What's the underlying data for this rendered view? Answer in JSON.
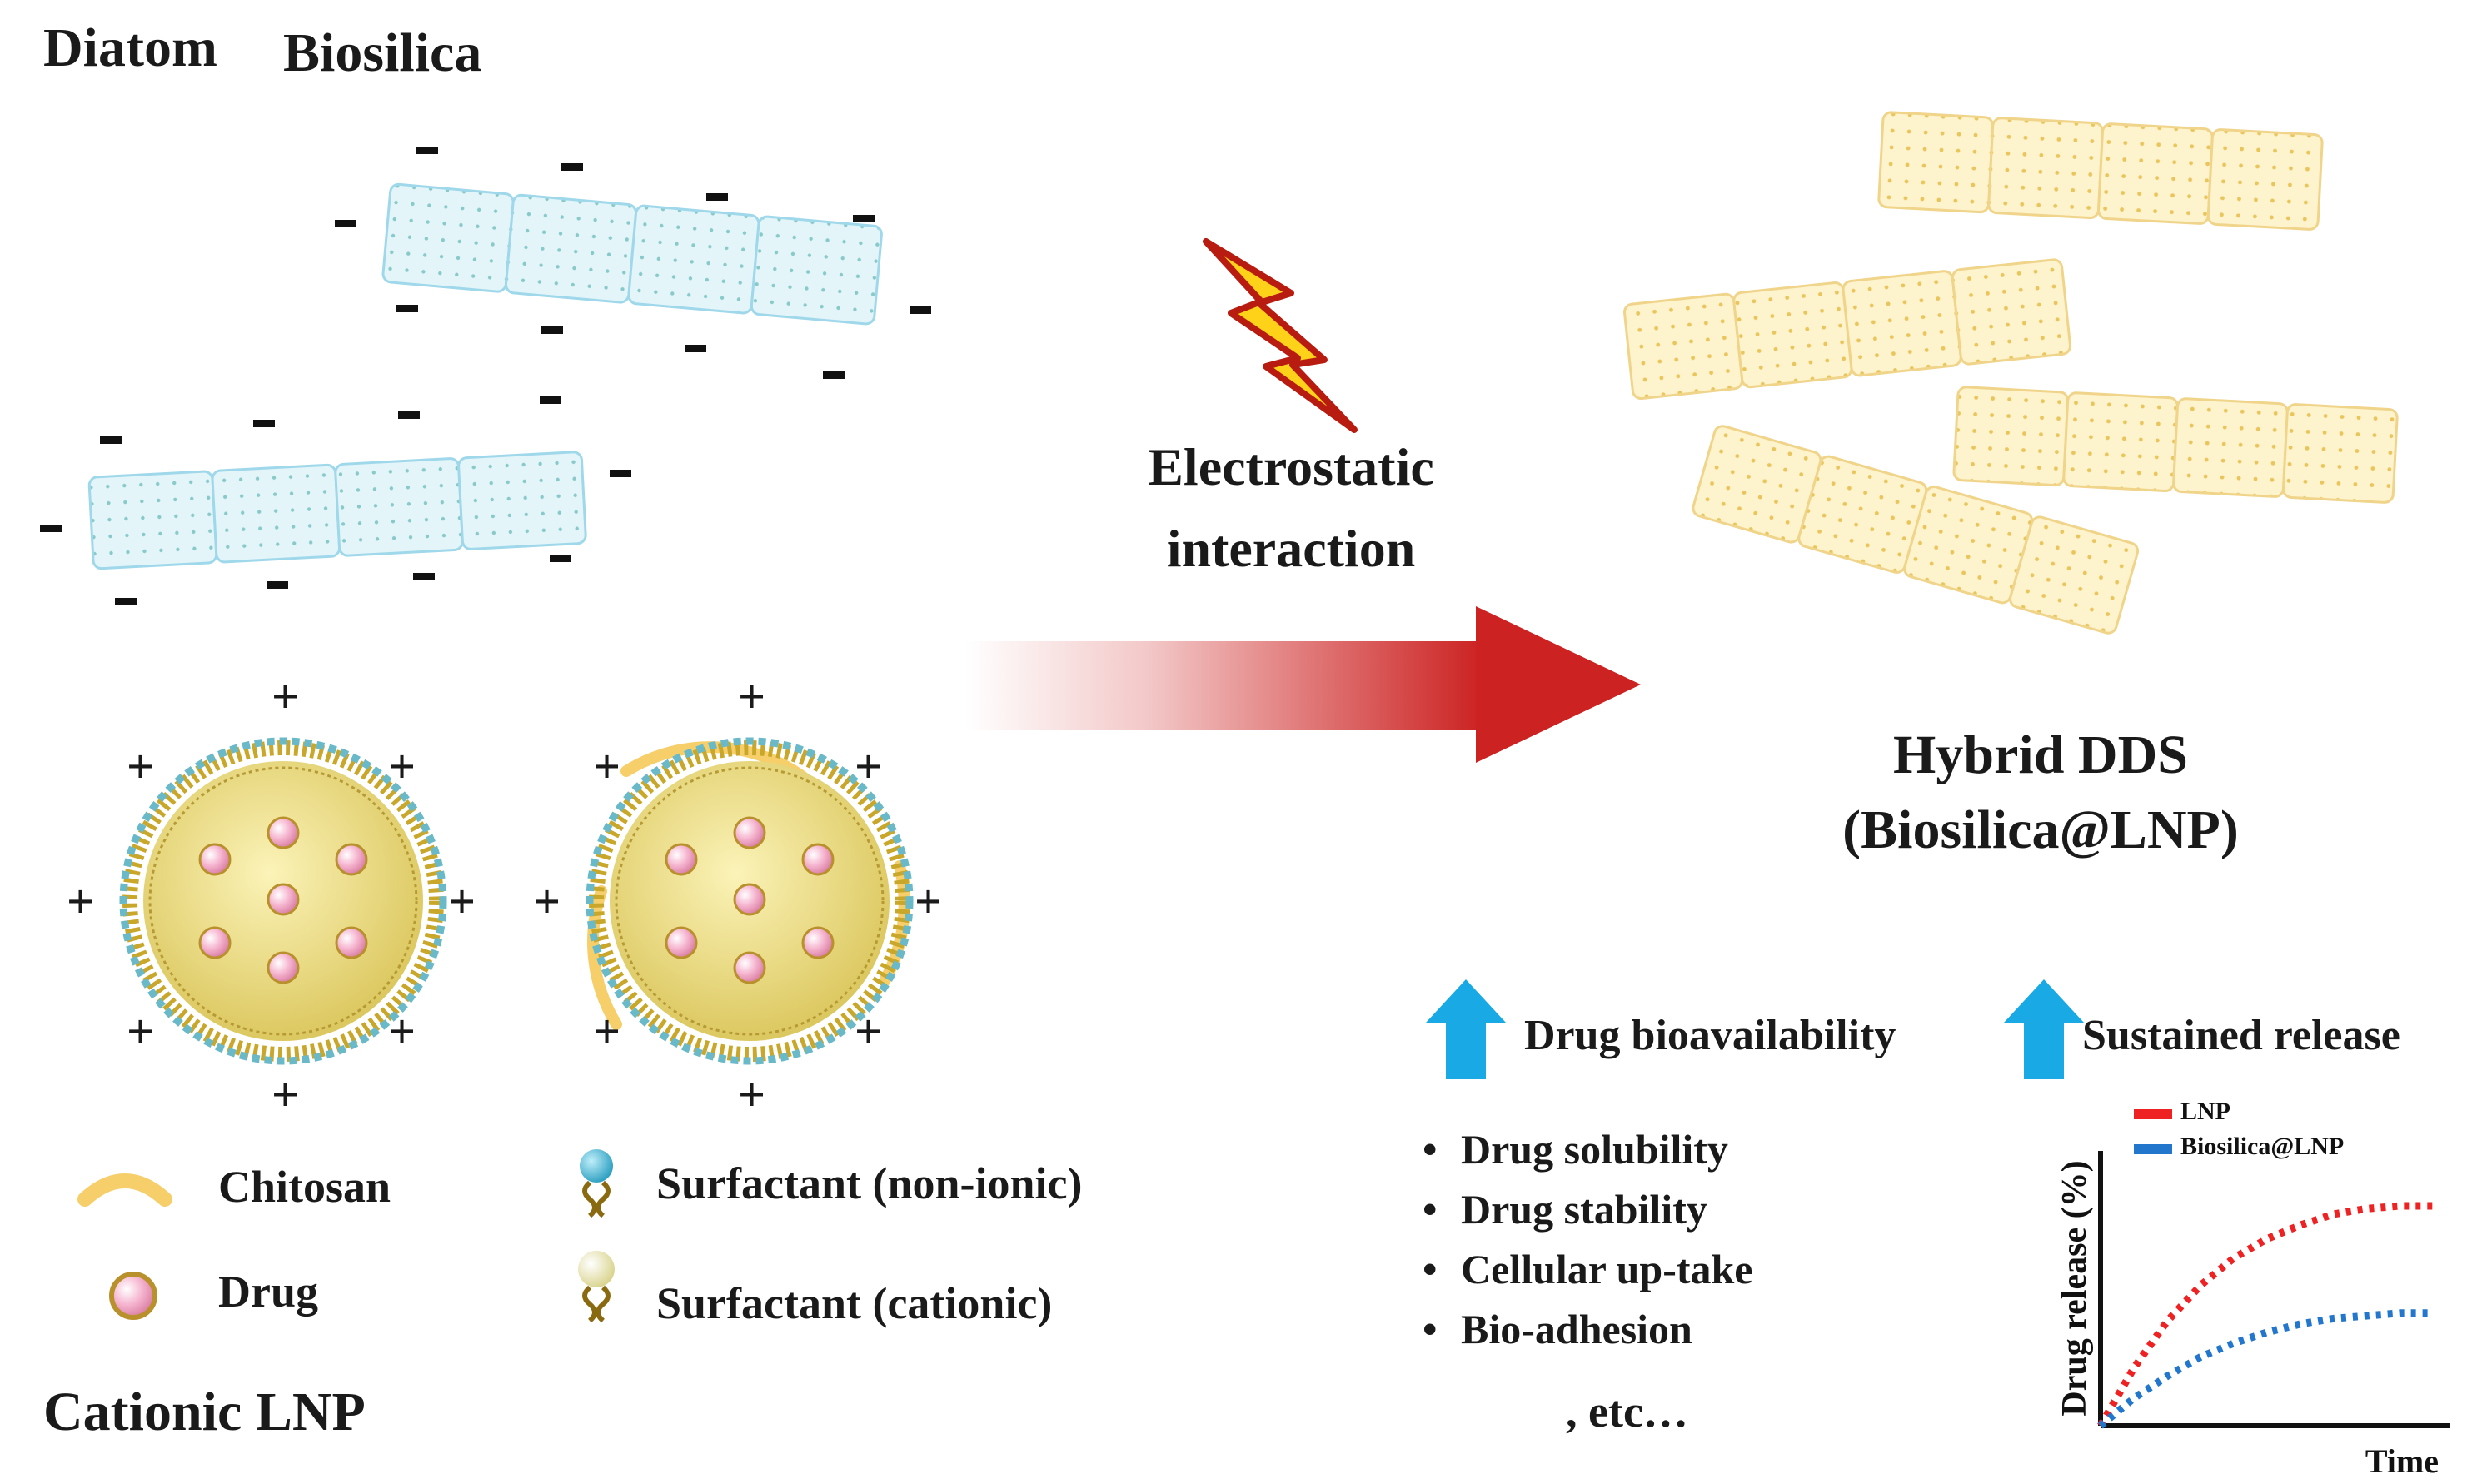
{
  "labels": {
    "diatom": "Diatom",
    "biosilica": "Biosilica",
    "cationic_lnp": "Cationic LNP",
    "electrostatic_line1": "Electrostatic",
    "electrostatic_line2": "interaction",
    "hybrid_line1": "Hybrid DDS",
    "hybrid_line2": "(Biosilica@LNP)"
  },
  "legend": {
    "chitosan": "Chitosan",
    "drug": "Drug",
    "surfactant_nonionic": "Surfactant (non-ionic)",
    "surfactant_cationic": "Surfactant (cationic)"
  },
  "benefits": {
    "bioavailability": "Drug bioavailability",
    "sustained": "Sustained release",
    "items": [
      "Drug solubility",
      "Drug stability",
      "Cellular up-take",
      "Bio-adhesion"
    ],
    "etc": ", etc…"
  },
  "chart_data": {
    "type": "line",
    "xlabel": "Time",
    "ylabel": "Drug release (%)",
    "series": [
      {
        "name": "LNP",
        "color": "#ee2222",
        "points": [
          [
            0,
            0
          ],
          [
            0.1,
            0.21
          ],
          [
            0.2,
            0.38
          ],
          [
            0.3,
            0.51
          ],
          [
            0.4,
            0.61
          ],
          [
            0.5,
            0.68
          ],
          [
            0.6,
            0.73
          ],
          [
            0.7,
            0.77
          ],
          [
            0.8,
            0.79
          ],
          [
            0.9,
            0.8
          ],
          [
            1,
            0.8
          ]
        ]
      },
      {
        "name": "Biosilica@LNP",
        "color": "#2277cc",
        "points": [
          [
            0,
            0
          ],
          [
            0.1,
            0.1
          ],
          [
            0.2,
            0.18
          ],
          [
            0.3,
            0.25
          ],
          [
            0.4,
            0.3
          ],
          [
            0.5,
            0.34
          ],
          [
            0.6,
            0.37
          ],
          [
            0.7,
            0.39
          ],
          [
            0.8,
            0.4
          ],
          [
            0.9,
            0.41
          ],
          [
            1,
            0.41
          ]
        ]
      }
    ],
    "grid": false,
    "legend_position": "top-left"
  },
  "colors": {
    "diatom_fill": "#e3f5f8",
    "diatom_stroke": "#9fd8ea",
    "hybrid_fill": "#fdf3cc",
    "hybrid_stroke": "#f0d48a",
    "arrow_red": "#cc2222",
    "up_arrow": "#19a9e5",
    "lightning": "#ffd21a"
  },
  "icons": [
    "lightning-icon",
    "up-arrow-icon"
  ]
}
